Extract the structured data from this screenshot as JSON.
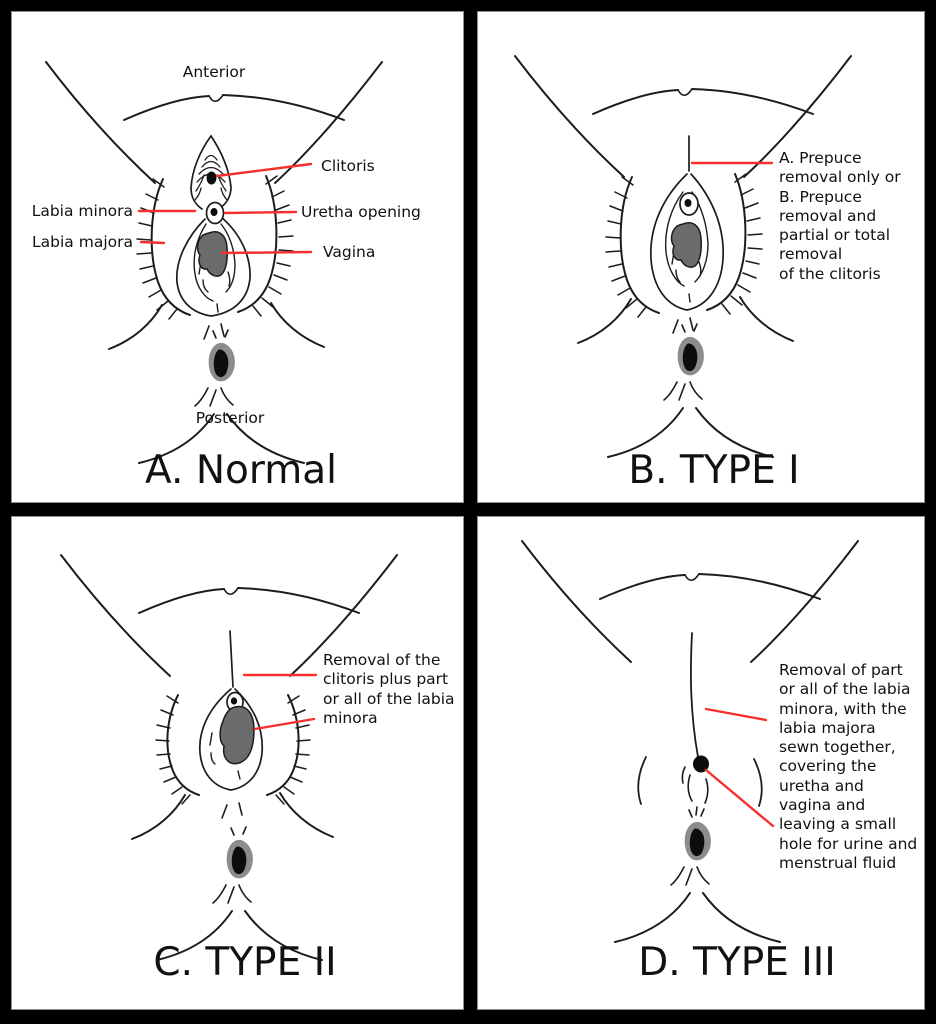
{
  "diagram": {
    "colors": {
      "background": "#000000",
      "panel": "#ffffff",
      "line_art": "#1c1c1c",
      "leader_line": "#f5302c",
      "vagina_fill": "#6b6b6b",
      "anus_fill": "#8c8c8c"
    },
    "panels": {
      "a": {
        "title": "A. Normal",
        "anterior": "Anterior",
        "posterior": "Posterior",
        "labels": {
          "clitoris": "Clitoris",
          "labia_minora": "Labia minora",
          "labia_majora": "Labia majora",
          "uretha_opening": "Uretha opening",
          "vagina": "Vagina"
        }
      },
      "b": {
        "title": "B. TYPE I",
        "annotation": "A. Prepuce\nremoval only or\nB. Prepuce\nremoval and\npartial or total\nremoval\nof the clitoris"
      },
      "c": {
        "title": "C. TYPE II",
        "annotation": "Removal of the\nclitoris plus part\nor all of the labia\nminora"
      },
      "d": {
        "title": "D. TYPE III",
        "annotation": "Removal of part\nor all of the labia\nminora, with the\nlabia majora\nsewn together,\ncovering the\nuretha and\nvagina and\nleaving a small\nhole for urine and\nmenstrual fluid"
      }
    }
  }
}
